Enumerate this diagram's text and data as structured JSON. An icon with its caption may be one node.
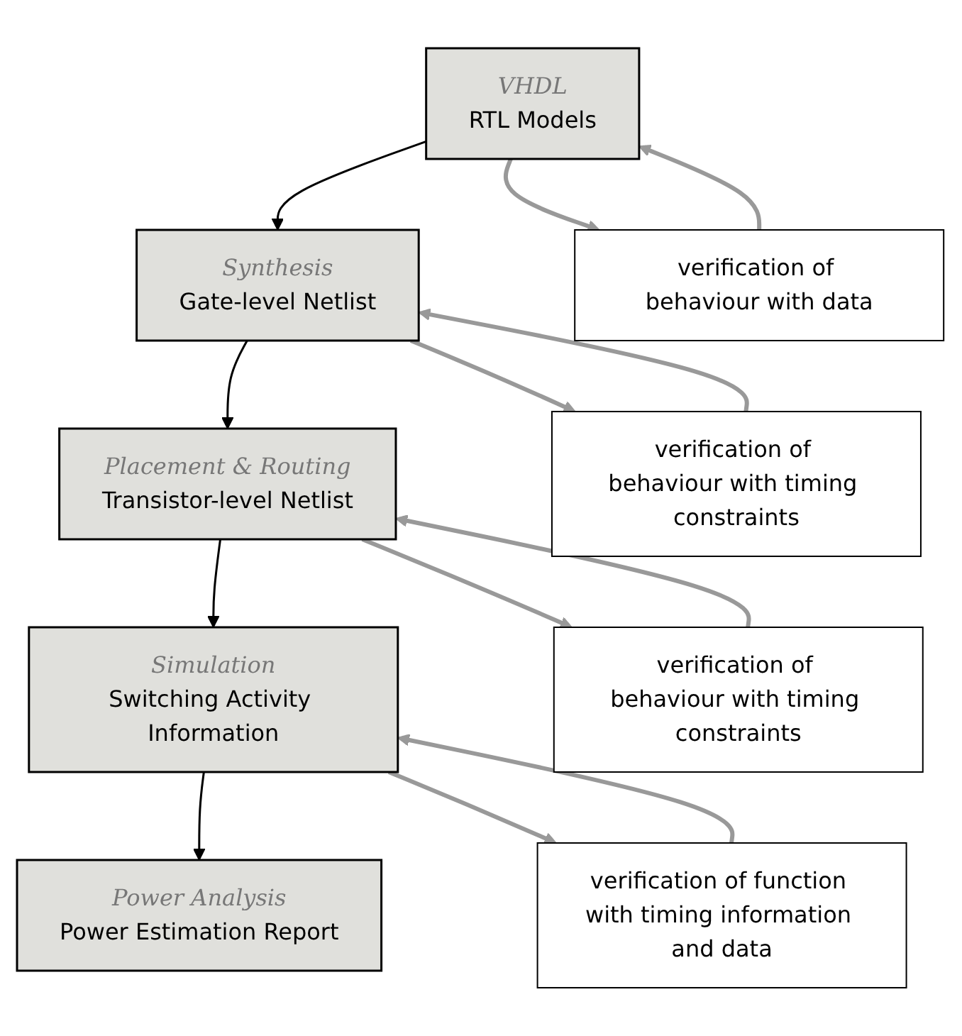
{
  "diagram": {
    "nodes": [
      {
        "text": [
          "VHDL",
          "RTL Models"
        ]
      },
      {
        "text": [
          "Synthesis",
          "Gate-level Netlist"
        ]
      },
      {
        "text": [
          "Placement & Routing",
          "Transistor-level Netlist"
        ]
      },
      {
        "text": [
          "Simulation",
          "Switching Activity Information"
        ]
      },
      {
        "text": [
          "Power Analysis",
          "Power Estimation Report"
        ]
      },
      {
        "text": [
          "verification of behaviour with data"
        ]
      },
      {
        "text": [
          "verification of behaviour with timing constraints"
        ]
      },
      {
        "text": [
          "verification of behaviour with timing constraints"
        ]
      },
      {
        "text": [
          "verification of function with timing information and data"
        ]
      }
    ],
    "edges": [
      {
        "from": 0,
        "to": 1,
        "arrow": "to",
        "color": "#000000"
      },
      {
        "from": 1,
        "to": 2,
        "arrow": "to",
        "color": "#000000"
      },
      {
        "from": 2,
        "to": 3,
        "arrow": "to",
        "color": "#000000"
      },
      {
        "from": 3,
        "to": 4,
        "arrow": "to",
        "color": "#000000"
      },
      {
        "from": 0,
        "to": 5,
        "arrow": "to"
      },
      {
        "from": 5,
        "to": 0,
        "arrow": "to"
      },
      {
        "from": 1,
        "to": 6,
        "arrow": "to"
      },
      {
        "from": 6,
        "to": 1,
        "arrow": "to"
      },
      {
        "from": 2,
        "to": 7,
        "arrow": "to"
      },
      {
        "from": 7,
        "to": 2,
        "arrow": "to"
      },
      {
        "from": 3,
        "to": 8,
        "arrow": "to"
      },
      {
        "from": 8,
        "to": 3,
        "arrow": "to"
      }
    ]
  }
}
